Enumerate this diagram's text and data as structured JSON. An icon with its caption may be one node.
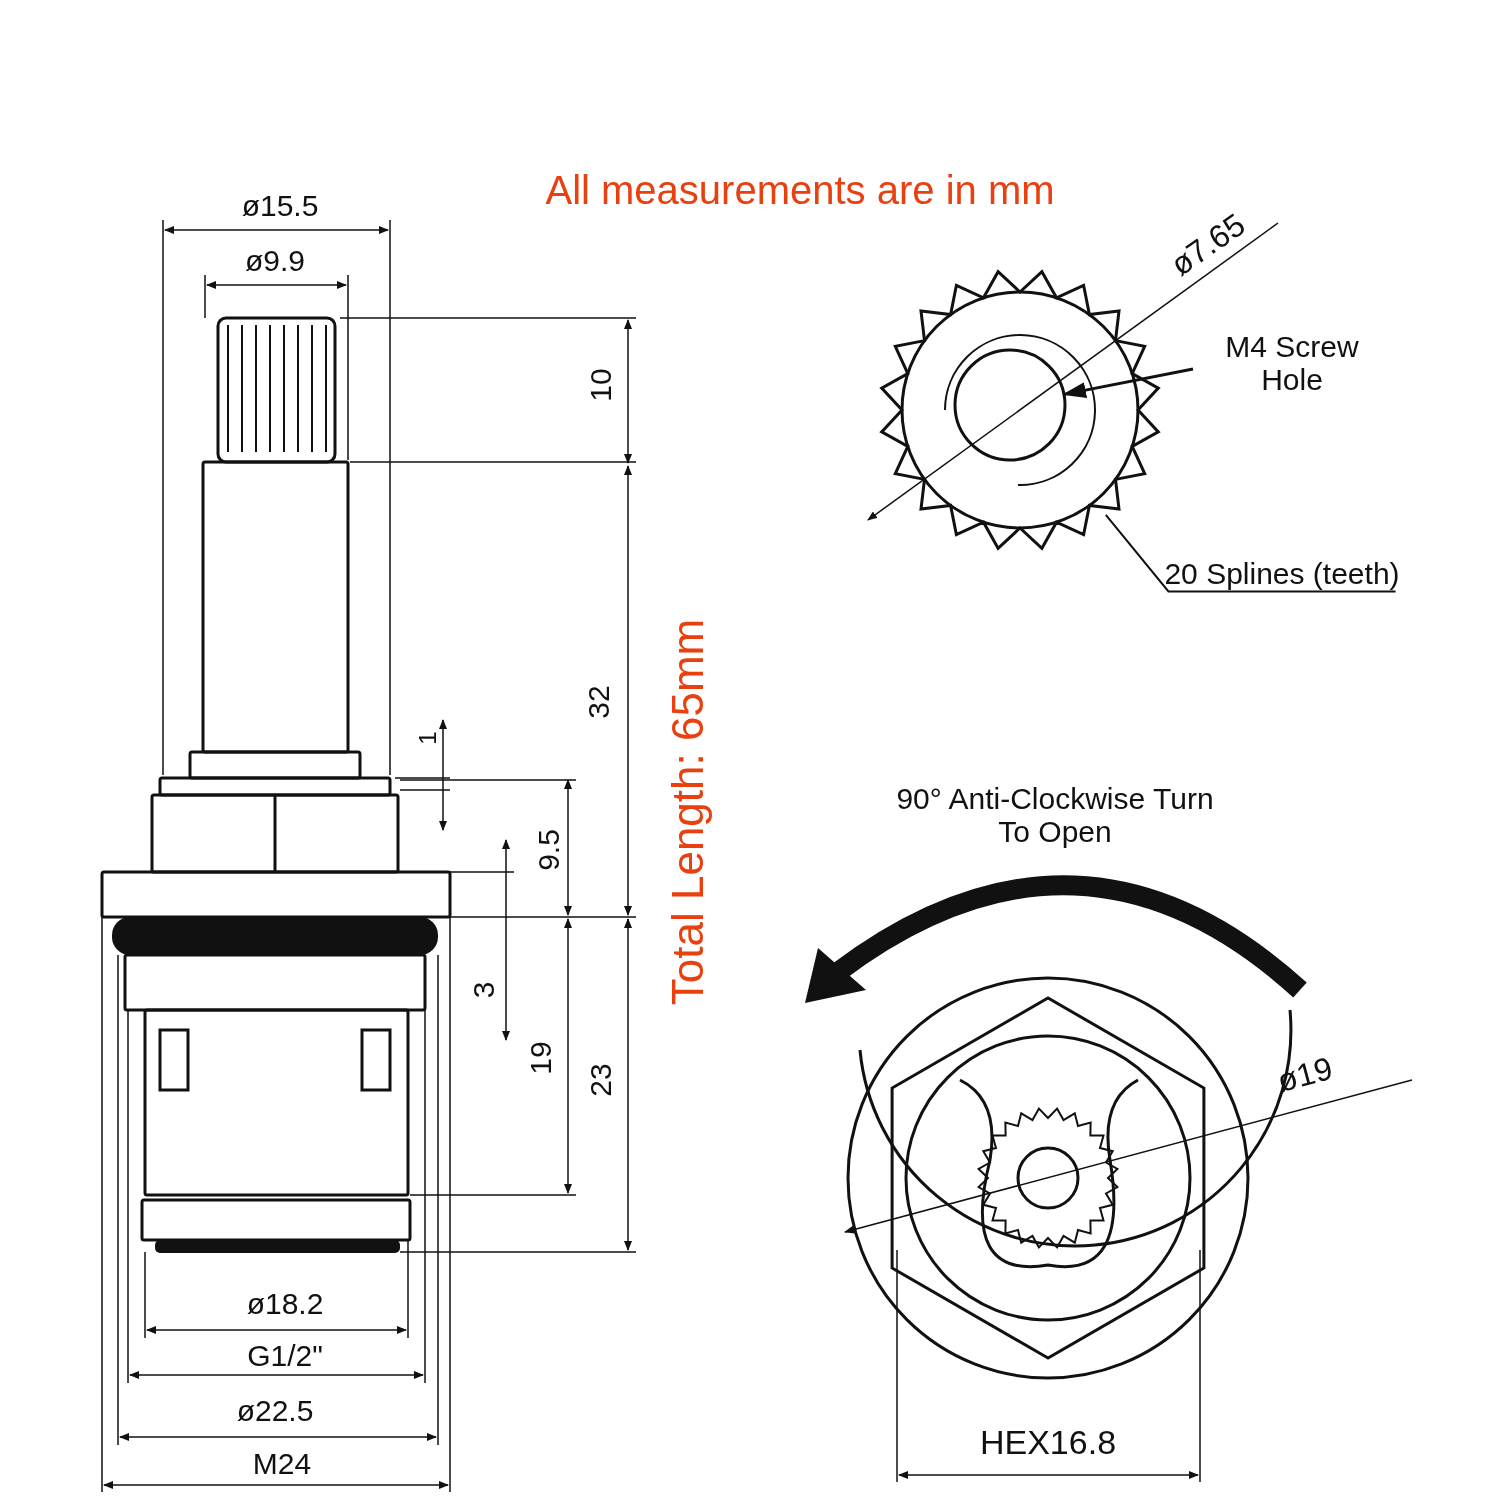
{
  "diagram": {
    "title": "All measurements are in mm",
    "nodes": [
      {
        "text": [
          "M4 Screw Hole"
        ]
      },
      {
        "text": [],
        "shape": "circle",
        "in": 3
      },
      {
        "text": [
          "20 Splines (teeth)"
        ]
      },
      {
        "text": [],
        "shape": "picture"
      }
    ],
    "edges": [
      {
        "from": 0,
        "to": 1,
        "arrow": "to"
      },
      {
        "from": 2,
        "to": 3,
        "arrow": "none"
      }
    ],
    "labels": [
      "ø15.5",
      "ø9.9",
      "10",
      "32",
      "1",
      "9.5",
      "3",
      "19",
      "23",
      "Total Length: 65mm",
      "ø18.2",
      "G1/2\"",
      "ø22.5",
      "M24",
      "ø7.65",
      "90° Anti-Clockwise Turn To Open",
      "ø19",
      "HEX16.8"
    ]
  }
}
